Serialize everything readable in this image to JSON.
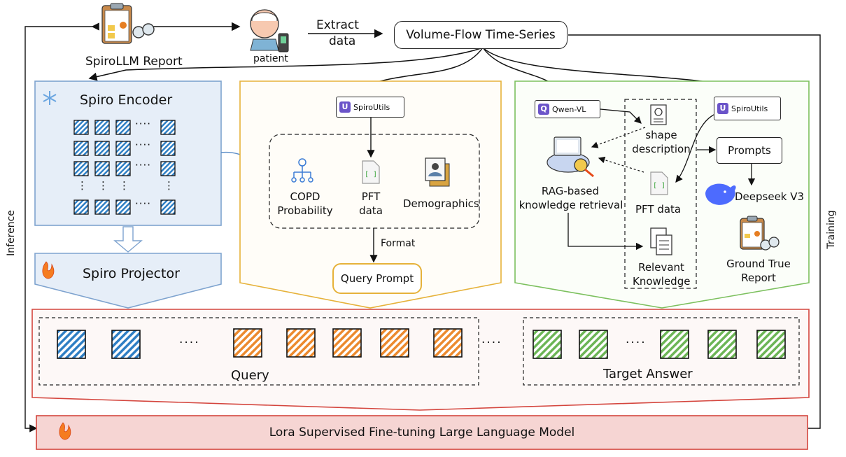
{
  "top": {
    "report_label": "SpiroLLM Report",
    "patient_label": "patient",
    "extract_label_1": "Extract",
    "extract_label_2": "data",
    "timeseries_label": "Volume-Flow Time-Series"
  },
  "encoder": {
    "title": "Spiro Encoder",
    "dots": "····",
    "vdots": "⋮"
  },
  "projector": {
    "title": "Spiro Projector"
  },
  "middle": {
    "utils_label": "SpiroUtils",
    "copd_label_1": "COPD",
    "copd_label_2": "Probability",
    "pft_label_1": "PFT",
    "pft_label_2": "data",
    "demographics_label": "Demographics",
    "format_label": "Format",
    "query_prompt_label": "Query Prompt"
  },
  "right": {
    "qwen_label": "Qwen-VL",
    "utils_label": "SpiroUtils",
    "shape_label_1": "shape",
    "shape_label_2": "description",
    "rag_label_1": "RAG-based",
    "rag_label_2": "knowledge retrieval",
    "pft_label": "PFT data",
    "relevant_label_1": "Relevant",
    "relevant_label_2": "Knowledge",
    "prompts_label": "Prompts",
    "deepseek_label": "Deepseek V3",
    "ground_label_1": "Ground True",
    "ground_label_2": "Report"
  },
  "tokens": {
    "ellipsis": "····",
    "query_label": "Query",
    "target_label": "Target Answer"
  },
  "bottom": {
    "llm_label": "Lora Supervised Fine-tuning Large Language Model"
  },
  "side": {
    "left_label": "Inference",
    "right_label": "Training"
  },
  "icons": {
    "snowflake": "snowflake-icon",
    "fire": "fire-icon",
    "report": "report-clipboard-icon",
    "patient": "patient-icon",
    "whale": "deepseek-whale-icon"
  },
  "colors": {
    "blue": "#2f7fc4",
    "orange": "#ec8a2e",
    "green": "#6cb556",
    "red": "#d4453d",
    "panel_blue_fill": "#e6eef8",
    "panel_blue_border": "#7ea3cf",
    "panel_orange_border": "#e6b23a",
    "panel_green_border": "#7cc05e",
    "llm_fill": "#f6d5d3"
  }
}
